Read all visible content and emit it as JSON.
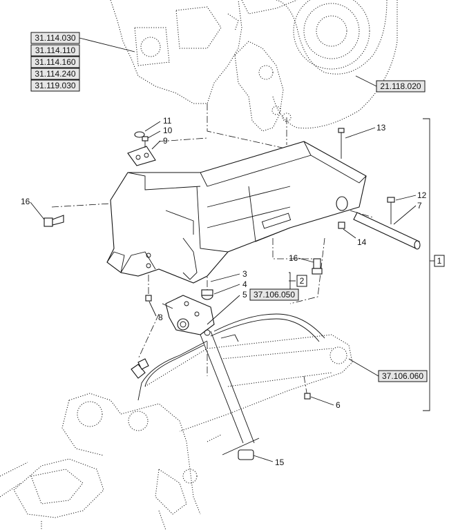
{
  "reference_boxes": [
    {
      "id": "ref-31-114-030",
      "label": "31.114.030"
    },
    {
      "id": "ref-31-114-110",
      "label": "31.114.110"
    },
    {
      "id": "ref-31-114-160",
      "label": "31.114.160"
    },
    {
      "id": "ref-31-114-240",
      "label": "31.114.240"
    },
    {
      "id": "ref-31-119-030",
      "label": "31.119.030"
    },
    {
      "id": "ref-21-118-020",
      "label": "21.118.020"
    },
    {
      "id": "ref-37-106-050",
      "label": "37.106.050"
    },
    {
      "id": "ref-37-106-060",
      "label": "37.106.060"
    }
  ],
  "group_boxes": [
    {
      "id": "group-1",
      "label": "1"
    },
    {
      "id": "group-2",
      "label": "2"
    }
  ],
  "callouts": [
    {
      "id": "c3",
      "label": "3"
    },
    {
      "id": "c4",
      "label": "4"
    },
    {
      "id": "c5",
      "label": "5"
    },
    {
      "id": "c6",
      "label": "6"
    },
    {
      "id": "c7",
      "label": "7"
    },
    {
      "id": "c8",
      "label": "8"
    },
    {
      "id": "c9",
      "label": "9"
    },
    {
      "id": "c10",
      "label": "10"
    },
    {
      "id": "c11",
      "label": "11"
    },
    {
      "id": "c12",
      "label": "12"
    },
    {
      "id": "c13",
      "label": "13"
    },
    {
      "id": "c14",
      "label": "14"
    },
    {
      "id": "c15",
      "label": "15"
    },
    {
      "id": "c16a",
      "label": "16"
    },
    {
      "id": "c16b",
      "label": "16"
    }
  ]
}
